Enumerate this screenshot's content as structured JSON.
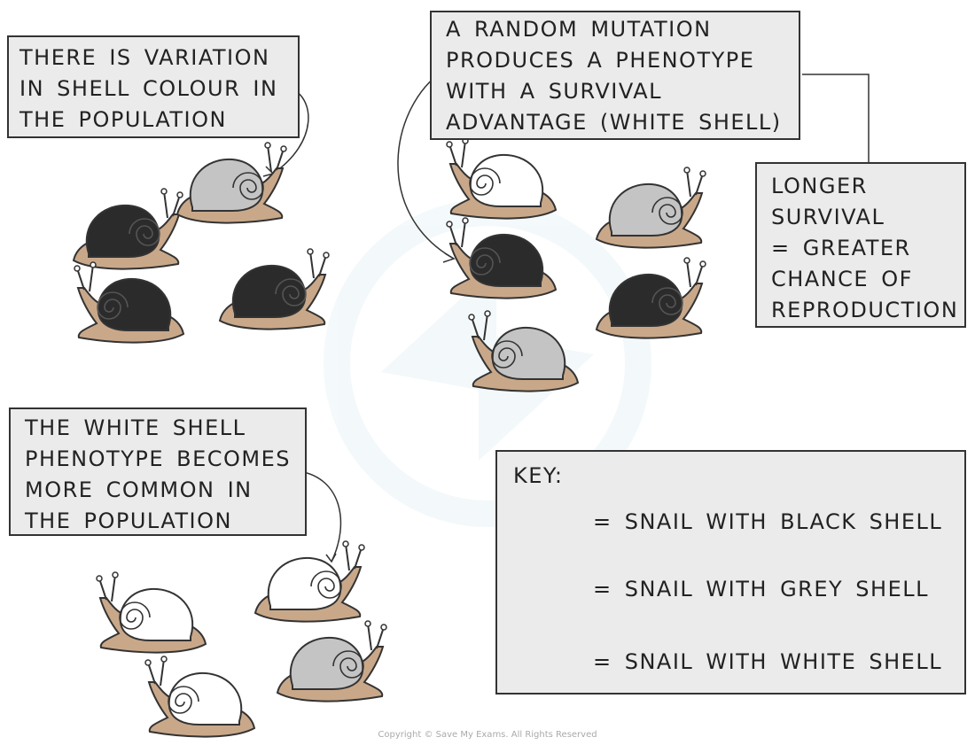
{
  "boxes": {
    "variation": [
      "THERE IS VARIATION",
      "IN SHELL COLOUR IN",
      "THE POPULATION"
    ],
    "mutation": [
      "A RANDOM MUTATION",
      "PRODUCES A PHENOTYPE",
      "WITH A SURVIVAL",
      "ADVANTAGE (WHITE SHELL)"
    ],
    "survival": [
      "LONGER",
      "SURVIVAL",
      "= GREATER",
      "CHANCE OF",
      "REPRODUCTION"
    ],
    "common": [
      "THE WHITE SHELL",
      "PHENOTYPE BECOMES",
      "MORE COMMON IN",
      "THE POPULATION"
    ]
  },
  "key": {
    "title": "KEY:",
    "entries": [
      {
        "label": "= SNAIL WITH BLACK SHELL",
        "shell": "black"
      },
      {
        "label": "= SNAIL WITH GREY SHELL",
        "shell": "grey"
      },
      {
        "label": "= SNAIL WITH WHITE SHELL",
        "shell": "white"
      }
    ]
  },
  "colors": {
    "body": "#c9a88a",
    "black_shell": "#2b2b2b",
    "grey_shell": "#c4c4c4",
    "white_shell": "#ffffff",
    "outline": "#333333",
    "box_fill": "#ebebeb"
  },
  "copyright": "Copyright © Save My Exams. All Rights Reserved"
}
